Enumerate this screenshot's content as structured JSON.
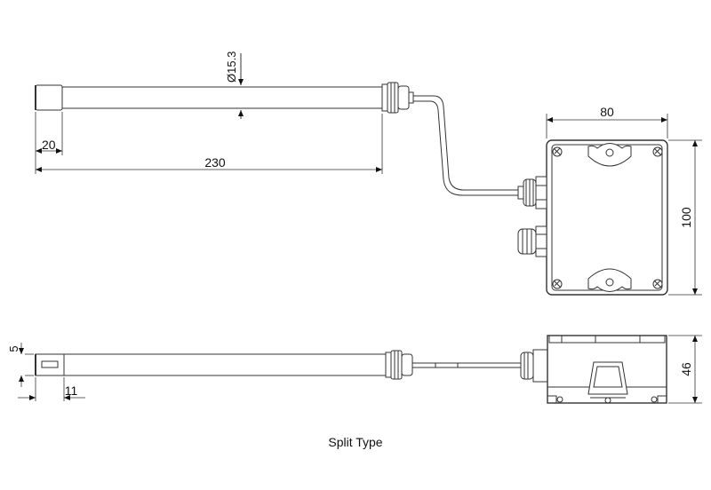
{
  "caption": "Split Type",
  "dimensions": {
    "probe_diameter": "Ø15.3",
    "tip_length": "20",
    "probe_length": "230",
    "box_width": "80",
    "box_height": "100",
    "side_tip_thickness": "5",
    "side_tip_length": "11",
    "box_depth": "46"
  }
}
